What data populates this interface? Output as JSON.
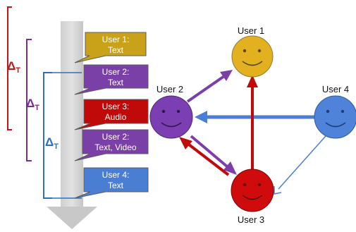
{
  "brackets": [
    {
      "label": "Δ",
      "sub": "T",
      "color": "#c0171c"
    },
    {
      "label": "Δ",
      "sub": "T",
      "color": "#7b2a99"
    },
    {
      "label": "Δ",
      "sub": "T",
      "color": "#2e6fc4"
    }
  ],
  "messages": [
    {
      "line1": "User 1:",
      "line2": "Text",
      "fill": "#c9a21a"
    },
    {
      "line1": "User 2:",
      "line2": "Text",
      "fill": "#7b3fa8"
    },
    {
      "line1": "User 3:",
      "line2": "Audio",
      "fill": "#c00a0a"
    },
    {
      "line1": "User 2:",
      "line2": "Text, Video",
      "fill": "#7b3fa8"
    },
    {
      "line1": "User 4:",
      "line2": "Text",
      "fill": "#4a7ed3"
    }
  ],
  "users": [
    {
      "name": "User 1",
      "fill": "#e3b020"
    },
    {
      "name": "User 2",
      "fill": "#7b3fb3"
    },
    {
      "name": "User 3",
      "fill": "#d00b0b"
    },
    {
      "name": "User 4",
      "fill": "#4f82d9"
    }
  ],
  "edges": [
    {
      "from": "User 4",
      "to": "User 2",
      "color": "#4a7ed3"
    },
    {
      "from": "User 4",
      "to": "User 3",
      "color": "#4a7ed3"
    },
    {
      "from": "User 2",
      "to": "User 1",
      "color": "#7b3fa8"
    },
    {
      "from": "User 2",
      "to": "User 3",
      "color": "#7b3fa8"
    },
    {
      "from": "User 3",
      "to": "User 2",
      "color": "#c00a0a"
    },
    {
      "from": "User 3",
      "to": "User 1",
      "color": "#c00a0a"
    }
  ]
}
